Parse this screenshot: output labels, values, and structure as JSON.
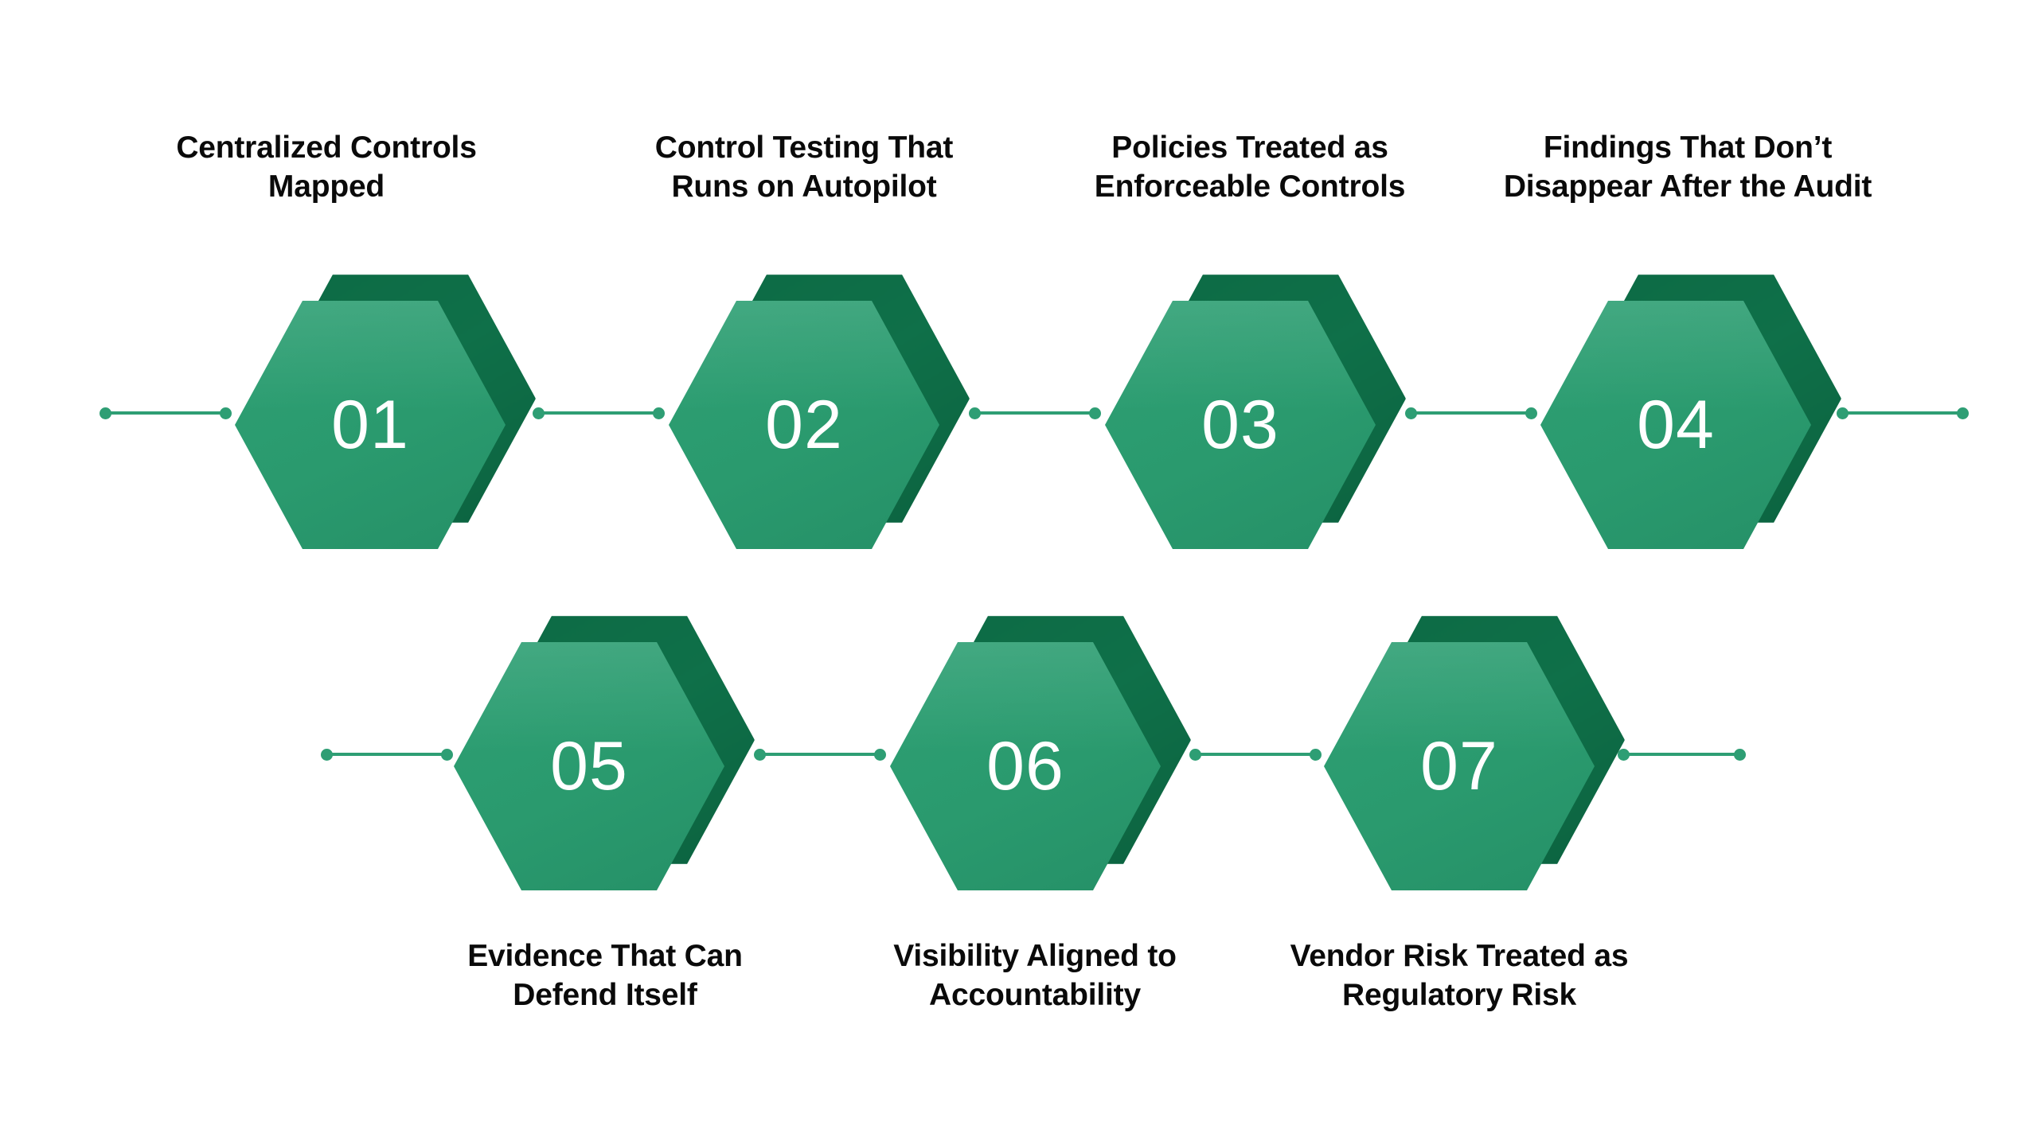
{
  "diagram": {
    "type": "numbered-hexagon-process-flow",
    "background_color": "#ffffff",
    "accent_color": "#2a9a6e",
    "accent_dark_color": "#0d6b45",
    "connector_color": "#2e9e74",
    "label_color": "#0a0a0a",
    "number_color": "#ffffff",
    "steps": [
      {
        "number": "01",
        "label": "Centralized Controls Mapped",
        "label_line1": "Centralized Controls",
        "label_line2": "Mapped",
        "label_position": "above",
        "row": 1
      },
      {
        "number": "02",
        "label": "Control Testing That Runs on Autopilot",
        "label_line1": "Control Testing That",
        "label_line2": "Runs on Autopilot",
        "label_position": "above",
        "row": 1
      },
      {
        "number": "03",
        "label": "Policies Treated as Enforceable Controls",
        "label_line1": "Policies Treated as",
        "label_line2": "Enforceable Controls",
        "label_position": "above",
        "row": 1
      },
      {
        "number": "04",
        "label": "Findings That Don’t Disappear After the Audit",
        "label_line1": "Findings That Don’t",
        "label_line2": "Disappear After the Audit",
        "label_position": "above",
        "row": 1
      },
      {
        "number": "05",
        "label": "Evidence That Can Defend Itself",
        "label_line1": "Evidence That Can",
        "label_line2": "Defend Itself",
        "label_position": "below",
        "row": 2
      },
      {
        "number": "06",
        "label": "Visibility Aligned to Accountability",
        "label_line1": "Visibility Aligned to",
        "label_line2": "Accountability",
        "label_position": "below",
        "row": 2
      },
      {
        "number": "07",
        "label": "Vendor Risk Treated as Regulatory Risk",
        "label_line1": "Vendor Risk Treated as",
        "label_line2": "Regulatory Risk",
        "label_position": "below",
        "row": 2
      }
    ]
  }
}
